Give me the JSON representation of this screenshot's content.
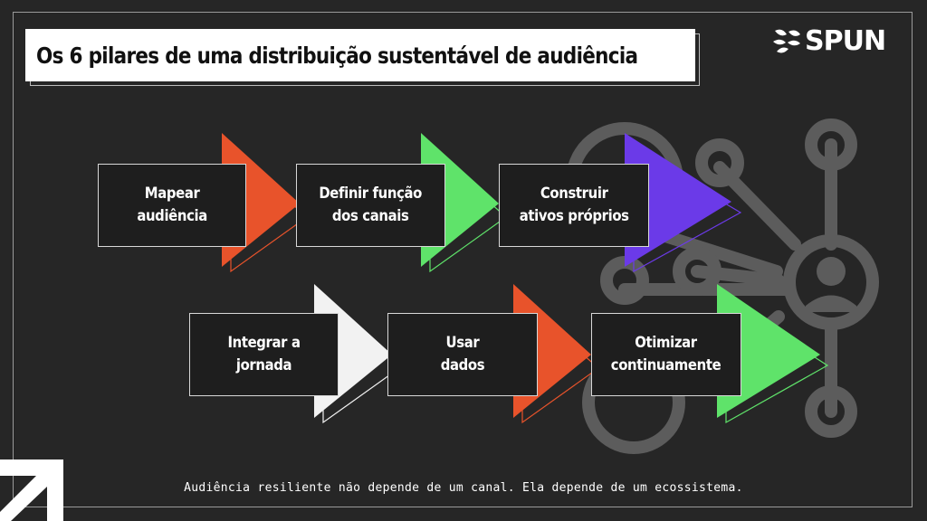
{
  "title": "Os 6 pilares de uma distribuição sustentável de audiência",
  "logo": {
    "text": "SPUN",
    "icon": "leaf-cluster-icon"
  },
  "steps": [
    {
      "label": "Mapear\naudiência",
      "color": "#E8532B"
    },
    {
      "label": "Definir função\ndos canais",
      "color": "#5FE36A"
    },
    {
      "label": "Construir\nativos próprios",
      "color": "#6B3AE8"
    },
    {
      "label": "Integrar a\njornada",
      "color": "#F2F2F2"
    },
    {
      "label": "Usar\ndados",
      "color": "#E8532B"
    },
    {
      "label": "Otimizar\ncontinuamente",
      "color": "#5FE36A"
    }
  ],
  "footer": "Audiência resiliente não depende de um canal. Ela depende de um ecossistema.",
  "decor": {
    "network": "network-graph-icon",
    "corner": "arrow-up-right-icon"
  }
}
